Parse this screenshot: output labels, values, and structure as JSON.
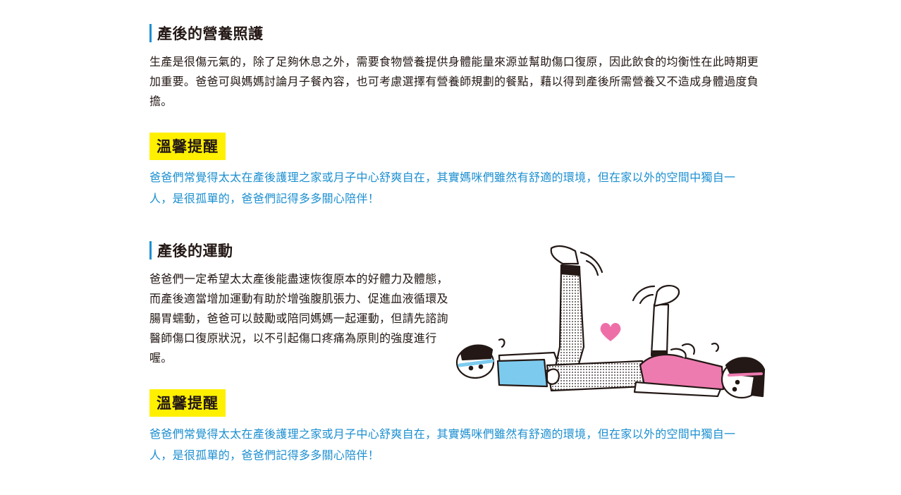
{
  "section_nutrition": {
    "title": "產後的營養照護",
    "body": "生產是很傷元氣的，除了足夠休息之外，需要食物營養提供身體能量來源並幫助傷口復原，因此飲食的均衡性在此時期更加重要。爸爸可與媽媽討論月子餐內容，也可考慮選擇有營養師規劃的餐點，藉以得到產後所需營養又不造成身體過度負擔。"
  },
  "tip_1": {
    "label": "溫馨提醒",
    "text": "爸爸們常覺得太太在產後護理之家或月子中心舒爽自在，其實媽咪們雖然有舒適的環境，但在家以外的空間中獨自一人，是很孤單的，爸爸們記得多多關心陪伴！"
  },
  "section_exercise": {
    "title": "產後的運動",
    "body": "爸爸們一定希望太太產後能盡速恢復原本的好體力及體態，而產後適當增加運動有助於增強腹肌張力、促進血液循環及腸胃蠕動，爸爸可以鼓勵或陪同媽媽一起運動，但請先諮詢醫師傷口復原狀況，以不引起傷口疼痛為原則的強度進行喔。"
  },
  "tip_2": {
    "label": "溫馨提醒",
    "text": "爸爸們常覺得太太在產後護理之家或月子中心舒爽自在，其實媽咪們雖然有舒適的環境，但在家以外的空間中獨自一人，是很孤單的，爸爸們記得多多關心陪伴！"
  },
  "colors": {
    "accent_blue": "#1c8fd0",
    "highlight_yellow": "#fff000",
    "heart_pink": "#ee6fa7",
    "mom_shirt_pink": "#ee7bb0",
    "dad_shirt_blue": "#7ccbef"
  },
  "illustration": {
    "subject": "couple-leg-exercise-illustration",
    "icon": "heart-icon"
  }
}
